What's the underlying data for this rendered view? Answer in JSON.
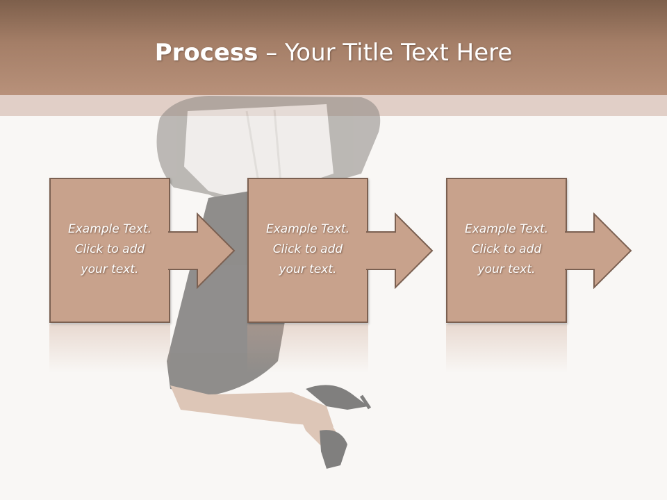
{
  "slide": {
    "title_bold": "Process",
    "title_rest": " – Your Title Text Here"
  },
  "steps": [
    {
      "text": "Example Text.\nClick  to add\nyour text."
    },
    {
      "text": "Example Text.\nClick  to add\nyour text."
    },
    {
      "text": "Example Text.\nClick  to add\nyour text."
    }
  ],
  "colors": {
    "header": "#a47e67",
    "box_fill": "#c8a28c",
    "box_border": "#7b6051"
  }
}
